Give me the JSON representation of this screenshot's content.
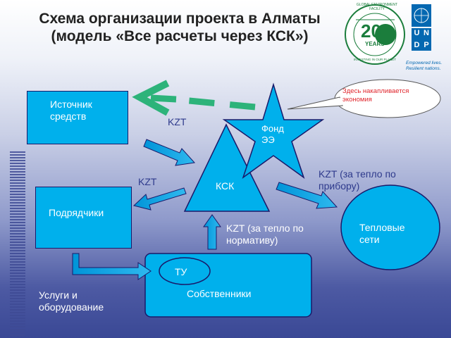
{
  "title": "Схема организации проекта в Алматы (модель «Все расчеты через КСК»)",
  "nodes": {
    "source": "Источник средств",
    "contractors": "Подрядчики",
    "ksk": "КСК",
    "fund": "Фонд ЭЭ",
    "heat": "Тепловые сети",
    "owners": "Собственники",
    "tu": "ТУ"
  },
  "labels": {
    "kzt_top": "KZT",
    "kzt_left": "KZT",
    "kzt_meter": "KZT (за тепло по прибору)",
    "kzt_norm": "KZT (за тепло по нормативу)",
    "services": "Услуги и оборудование"
  },
  "callout": "Здесь накапливается экономия",
  "logos": {
    "gef_years": "20",
    "gef_years_sub": "YEARS",
    "gef_ring": "GLOBAL ENVIRONMENT FACILITY",
    "gef_bottom": "INVESTING IN OUR PLANET",
    "undp_letters": [
      "U",
      "N",
      "D",
      "P"
    ],
    "undp_tagline": "Empowered lives. Resilient nations."
  },
  "colors": {
    "shape_fill": "#00b0ec",
    "shape_stroke": "#1a1a6a",
    "arrow_dash": "#2db37a",
    "callout_text": "#e0262d",
    "undp_blue": "#0468b1"
  }
}
